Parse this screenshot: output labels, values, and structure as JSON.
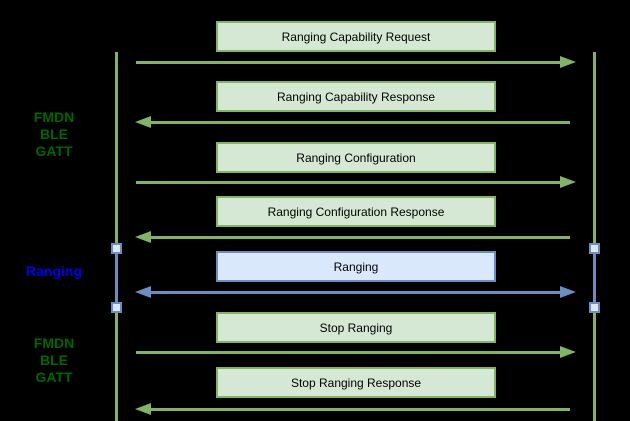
{
  "diagram": {
    "type": "sequence",
    "background": "#000000",
    "colors": {
      "green_fill": "#d5e8d4",
      "green_stroke": "#82b366",
      "blue_fill": "#dae8fc",
      "blue_stroke": "#6c8ebf",
      "phase_green_text": "#006600",
      "phase_blue_text": "#0000ee",
      "message_text": "#000000"
    },
    "phases": [
      {
        "label": "FMDN\nBLE\nGATT",
        "color": "green"
      },
      {
        "label": "Ranging",
        "color": "blue"
      },
      {
        "label": "FMDN\nBLE\nGATT",
        "color": "green"
      }
    ],
    "lifelines": [
      {
        "name": "left-lifeline"
      },
      {
        "name": "right-lifeline"
      }
    ],
    "messages": [
      {
        "label": "Ranging Capability Request",
        "direction": "right",
        "style": "green"
      },
      {
        "label": "Ranging Capability Response",
        "direction": "left",
        "style": "green"
      },
      {
        "label": "Ranging Configuration",
        "direction": "right",
        "style": "green"
      },
      {
        "label": "Ranging Configuration Response",
        "direction": "left",
        "style": "green"
      },
      {
        "label": "Ranging",
        "direction": "both",
        "style": "blue"
      },
      {
        "label": "Stop Ranging",
        "direction": "right",
        "style": "green"
      },
      {
        "label": "Stop Ranging Response",
        "direction": "left",
        "style": "green"
      }
    ]
  }
}
